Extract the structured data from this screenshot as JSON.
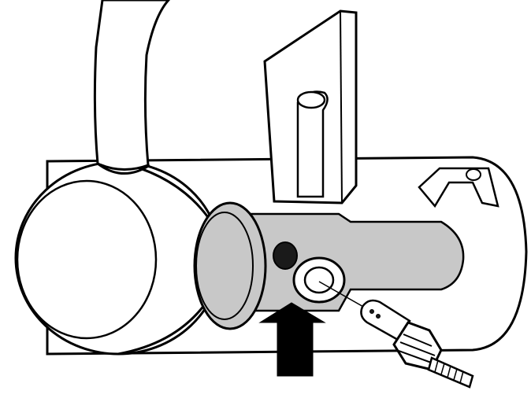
{
  "diagram": {
    "background": "#ffffff",
    "stroke": "#000000",
    "body_fill": "#ffffff",
    "shaded_fill": "#c8c8c8",
    "dark_fill": "#1a1a1a",
    "arrow_fill": "#000000",
    "components": [
      "outer-cylinder",
      "end-cap",
      "vertical-pipe",
      "mounting-bracket",
      "small-tab-bracket",
      "inner-shaded-tube",
      "collar-flange",
      "mounting-hole",
      "threaded-boss",
      "sensor-probe",
      "direction-arrow"
    ]
  }
}
